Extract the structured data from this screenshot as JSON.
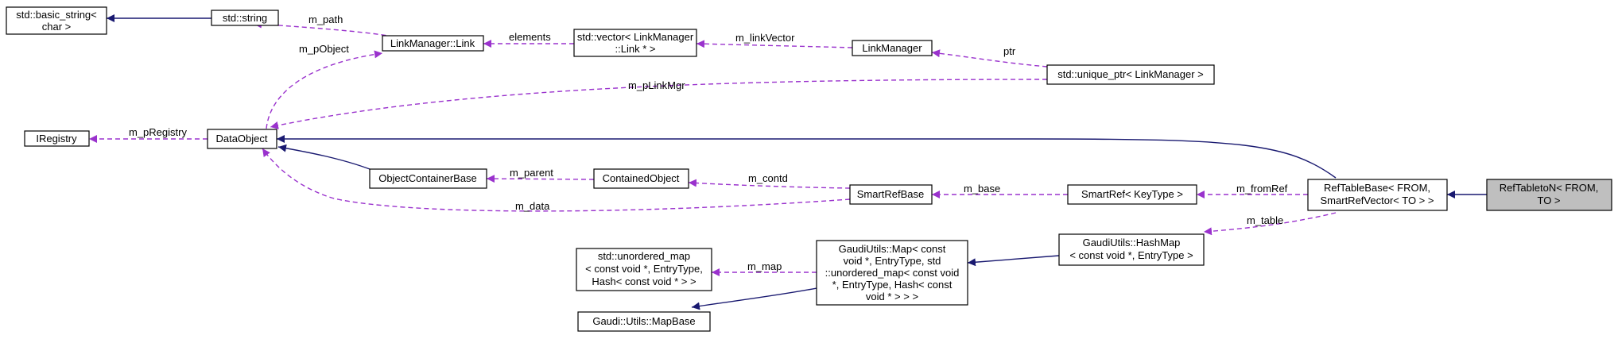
{
  "nodes": {
    "basic_string": [
      "std::basic_string<",
      "char >"
    ],
    "string": [
      "std::string"
    ],
    "link": [
      "LinkManager::Link"
    ],
    "vector": [
      "std::vector< LinkManager",
      "::Link * >"
    ],
    "linkmanager": [
      "LinkManager"
    ],
    "unique_ptr": [
      "std::unique_ptr< LinkManager >"
    ],
    "iregistry": [
      "IRegistry"
    ],
    "dataobject": [
      "DataObject"
    ],
    "objcontainer": [
      "ObjectContainerBase"
    ],
    "contained": [
      "ContainedObject"
    ],
    "smartrefbase": [
      "SmartRefBase"
    ],
    "smartref": [
      "SmartRef< KeyType >"
    ],
    "reftablebase": [
      "RefTableBase< FROM,",
      "SmartRefVector< TO > >"
    ],
    "reftabletoN": [
      "RefTabletoN< FROM,",
      "TO >"
    ],
    "hashmap": [
      "GaudiUtils::HashMap",
      "< const void *, EntryType >"
    ],
    "umap": [
      "std::unordered_map",
      "< const void *, EntryType,",
      "Hash< const void * > >"
    ],
    "gmap": [
      "GaudiUtils::Map< const",
      "void *, EntryType, std",
      "::unordered_map< const void",
      "*, EntryType, Hash< const",
      "void * > > >"
    ],
    "mapbase": [
      "Gaudi::Utils::MapBase"
    ]
  },
  "edge_labels": {
    "m_path": "m_path",
    "m_pObject": "m_pObject",
    "elements": "elements",
    "m_linkVector": "m_linkVector",
    "ptr": "ptr",
    "m_pLinkMgr": "m_pLinkMgr",
    "m_pRegistry": "m_pRegistry",
    "m_parent": "m_parent",
    "m_contd": "m_contd",
    "m_base": "m_base",
    "m_fromRef": "m_fromRef",
    "m_data": "m_data",
    "m_table": "m_table",
    "m_map": "m_map"
  },
  "colors": {
    "inheritance": "#191970",
    "usage": "#9a32cd",
    "highlight_fill": "#bfbfbf"
  }
}
